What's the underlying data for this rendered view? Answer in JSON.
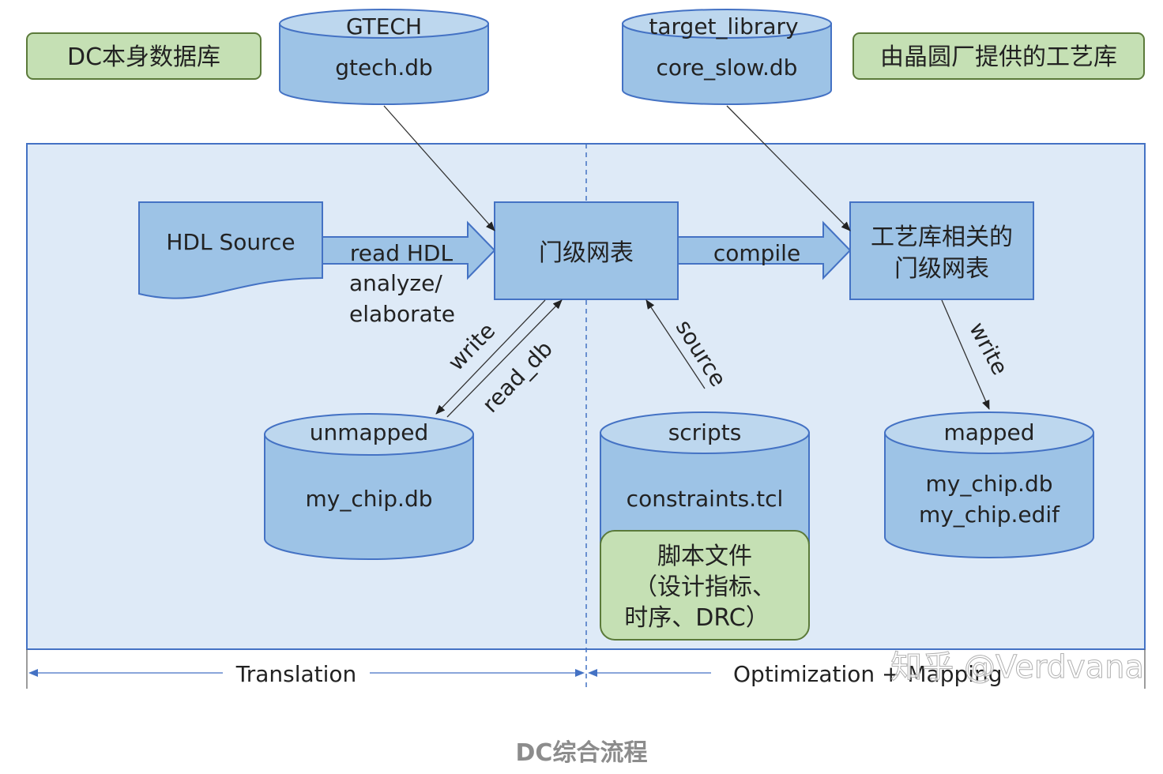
{
  "colors": {
    "panel_fill": "#deeaf7",
    "panel_stroke": "#4472c4",
    "box_fill": "#9dc3e6",
    "box_stroke": "#4472c4",
    "db_fill": "#9dc3e6",
    "db_top_fill": "#bdd7ee",
    "note_fill": "#c5e0b4",
    "note_stroke": "#5b7a3a",
    "arrow_fill": "#9dc3e6",
    "line": "#333333"
  },
  "notes": {
    "dc_library": "DC本身数据库",
    "foundry_library": "由晶圆厂提供的工艺库",
    "script_files_line1": "脚本文件",
    "script_files_line2": "（设计指标、",
    "script_files_line3": "时序、DRC）"
  },
  "databases": {
    "gtech": {
      "label": "GTECH",
      "file": "gtech.db"
    },
    "target": {
      "label": "target_library",
      "file": "core_slow.db"
    },
    "unmapped": {
      "label": "unmapped",
      "file": "my_chip.db"
    },
    "scripts": {
      "label": "scripts",
      "file": "constraints.tcl"
    },
    "mapped": {
      "label": "mapped",
      "file1": "my_chip.db",
      "file2": "my_chip.edif"
    }
  },
  "nodes": {
    "hdl_source": "HDL Source",
    "gate_netlist": "门级网表",
    "tech_netlist_line1": "工艺库相关的",
    "tech_netlist_line2": "门级网表"
  },
  "edges": {
    "read_hdl": "read HDL",
    "analyze": "analyze/",
    "elaborate": "elaborate",
    "compile": "compile",
    "write_left": "write",
    "read_db": "read_db",
    "source": "source",
    "write_right": "write"
  },
  "phases": {
    "translation": "Translation",
    "optimization": "Optimization + Mapping"
  },
  "watermark": "知乎 @Verdvana",
  "caption": "DC综合流程"
}
